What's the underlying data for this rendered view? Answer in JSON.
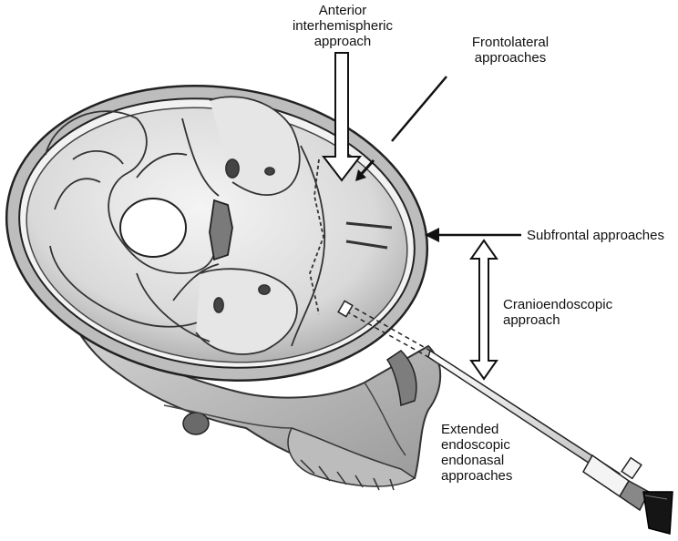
{
  "labels": {
    "anterior": [
      "Anterior",
      "interhemispheric",
      "approach"
    ],
    "frontolateral": [
      "Frontolateral",
      "approaches"
    ],
    "subfrontal": [
      "Subfrontal approaches"
    ],
    "cranioendoscopic": [
      "Cranioendoscopic",
      "approach"
    ],
    "endonasal": [
      "Extended",
      "endoscopic",
      "endonasal",
      "approaches"
    ]
  }
}
